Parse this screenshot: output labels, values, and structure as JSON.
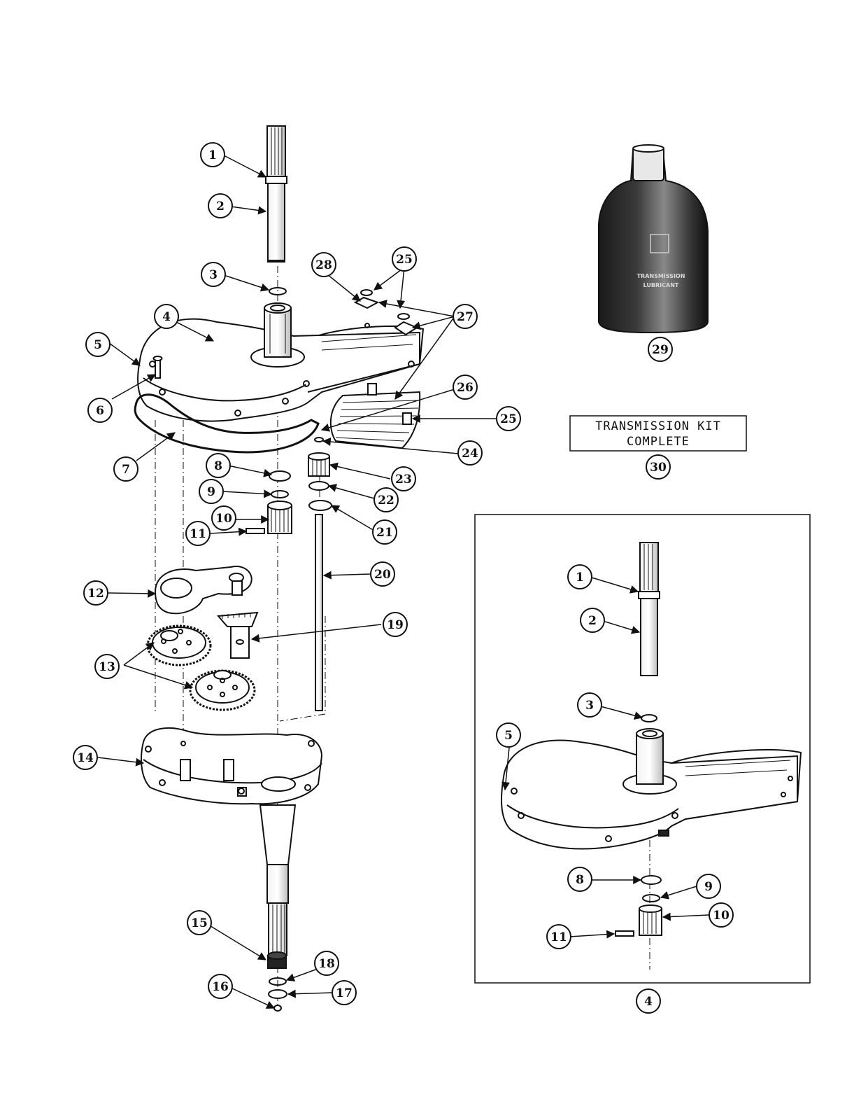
{
  "callouts": {
    "c1": "1",
    "c2": "2",
    "c3": "3",
    "c4": "4",
    "c5": "5",
    "c6": "6",
    "c7": "7",
    "c8": "8",
    "c9": "9",
    "c10": "10",
    "c11": "11",
    "c12": "12",
    "c13": "13",
    "c14": "14",
    "c15": "15",
    "c16": "16",
    "c17": "17",
    "c18": "18",
    "c19": "19",
    "c20": "20",
    "c21": "21",
    "c22": "22",
    "c23": "23",
    "c24": "24",
    "c25a": "25",
    "c25b": "25",
    "c26": "26",
    "c27": "27",
    "c28": "28",
    "c29": "29",
    "c30": "30"
  },
  "inset_callouts": {
    "i1": "1",
    "i2": "2",
    "i3": "3",
    "i4": "4",
    "i5": "5",
    "i8": "8",
    "i9": "9",
    "i10": "10",
    "i11": "11"
  },
  "kit_label": {
    "line1": "TRANSMISSION KIT",
    "line2": "COMPLETE"
  },
  "bottle_label": {
    "line1": "TRANSMISSION",
    "line2": "LUBRICANT"
  }
}
